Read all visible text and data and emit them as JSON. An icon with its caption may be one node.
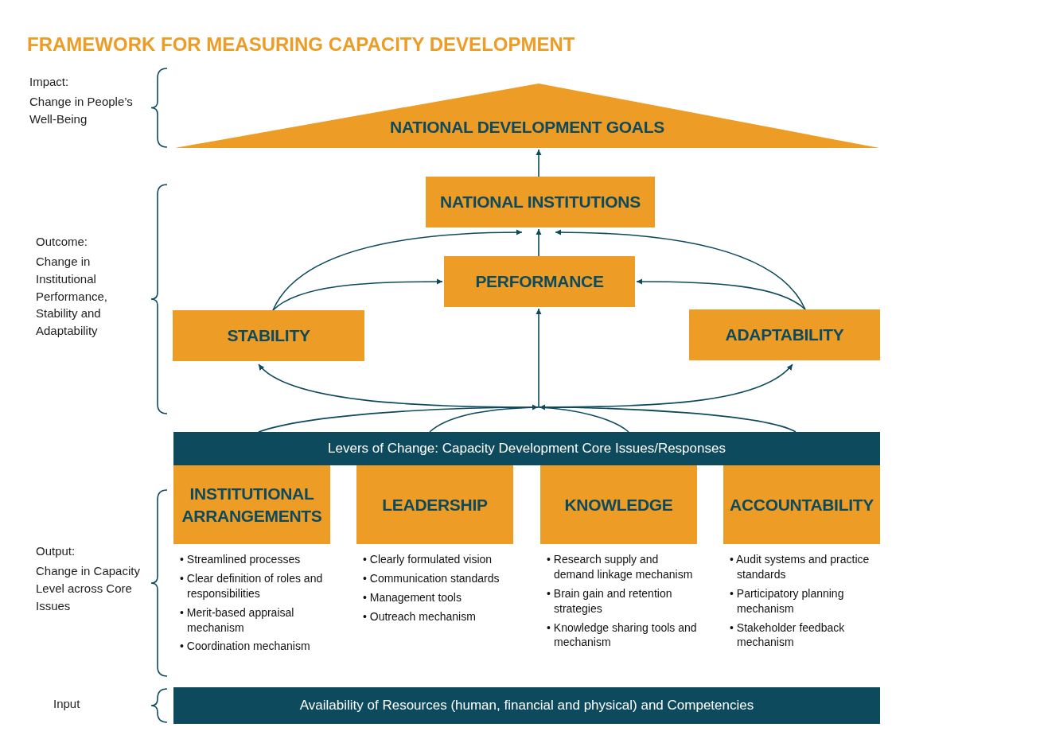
{
  "diagram": {
    "title": "FRAMEWORK FOR MEASURING CAPACITY DEVELOPMENT",
    "nodes": [
      {
        "text": [
          "NATIONAL DEVELOPMENT GOALS"
        ]
      },
      {
        "text": [
          "NATIONAL INSTITUTIONS"
        ]
      },
      {
        "text": [
          "PERFORMANCE"
        ]
      },
      {
        "text": [
          "STABILITY"
        ]
      },
      {
        "text": [
          "ADAPTABILITY"
        ]
      },
      {
        "text": [
          "Levers of Change: Capacity Development Core Issues/Responses"
        ]
      },
      {
        "text": [
          "INSTITUTIONAL ARRANGEMENTS"
        ],
        "beside": [
          "• Streamlined processes",
          "• Clear definition of roles and responsibilities",
          "• Merit-based appraisal mechanism",
          "• Coordination mechanism"
        ]
      },
      {
        "text": [
          "LEADERSHIP"
        ],
        "beside": [
          "• Clearly formulated vision",
          "• Communication standards",
          "• Management tools",
          "• Outreach mechanism"
        ]
      },
      {
        "text": [
          "KNOWLEDGE"
        ],
        "beside": [
          "• Research supply and demand linkage mechanism",
          "• Brain gain and retention strategies",
          "• Knowledge sharing tools and mechanism"
        ]
      },
      {
        "text": [
          "ACCOUNTABILITY"
        ],
        "beside": [
          "• Audit systems and practice standards",
          "• Participatory planning mechanism",
          "• Stakeholder feedback mechanism"
        ]
      },
      {
        "text": [
          "Availability of Resources (human, financial and physical) and Competencies"
        ]
      }
    ],
    "edges": [
      {
        "from": 1,
        "to": 0,
        "arrow": "to"
      },
      {
        "from": 2,
        "to": 1,
        "arrow": "to"
      },
      {
        "from": 3,
        "to": 1,
        "arrow": "to"
      },
      {
        "from": 4,
        "to": 1,
        "arrow": "to"
      },
      {
        "from": 3,
        "to": 2,
        "arrow": "to"
      },
      {
        "from": 4,
        "to": 2,
        "arrow": "to"
      },
      {
        "from": 5,
        "to": 3,
        "arrow": "to"
      },
      {
        "from": 5,
        "to": 2,
        "arrow": "to"
      },
      {
        "from": 5,
        "to": 4,
        "arrow": "to"
      }
    ],
    "labels": [
      "Impact:",
      "Change in People’s Well-Being",
      "Outcome:",
      "Change in Institutional Performance, Stability and Adaptability",
      "Output:",
      "Change in Capacity Level across Core Issues",
      "Input"
    ]
  }
}
